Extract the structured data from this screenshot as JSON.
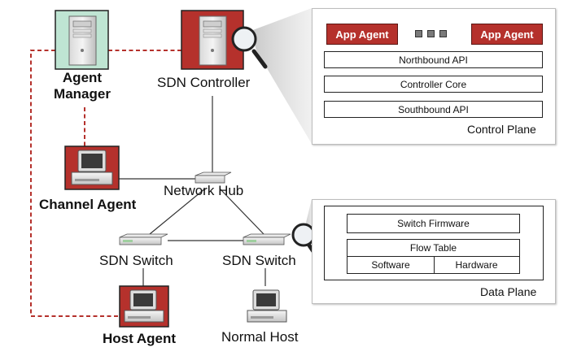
{
  "nodes": {
    "agent_manager": "Agent\nManager",
    "sdn_controller": "SDN Controller",
    "channel_agent": "Channel Agent",
    "network_hub": "Network Hub",
    "sdn_switch_left": "SDN Switch",
    "sdn_switch_right": "SDN Switch",
    "host_agent": "Host Agent",
    "normal_host": "Normal Host"
  },
  "control_plane": {
    "label": "Control Plane",
    "app_agent_left": "App Agent",
    "app_agent_right": "App Agent",
    "northbound_api": "Northbound API",
    "controller_core": "Controller Core",
    "southbound_api": "Southbound API"
  },
  "data_plane": {
    "label": "Data Plane",
    "switch_firmware": "Switch Firmware",
    "flow_table": "Flow Table",
    "software": "Software",
    "hardware": "Hardware"
  },
  "colors": {
    "agent_red": "#b5312c",
    "agent_manager_green": "#bfe5d3",
    "dashed_link": "#b5312c"
  }
}
